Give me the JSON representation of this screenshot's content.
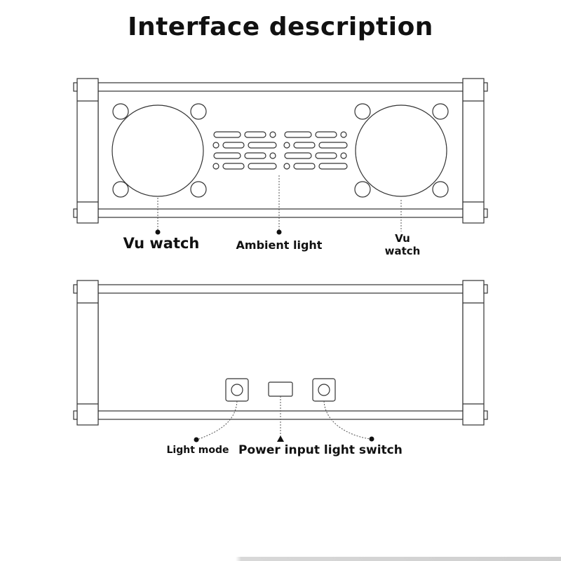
{
  "title": "Interface description",
  "labels": {
    "vu_watch_left": "Vu watch",
    "ambient_light": "Ambient light",
    "vu_watch_right_line1": "Vu",
    "vu_watch_right_line2": "watch",
    "light_mode": "Light mode",
    "power_input_light_switch": "Power input light switch"
  },
  "colors": {
    "outline": "#333333",
    "text": "#111111",
    "background": "#ffffff"
  }
}
